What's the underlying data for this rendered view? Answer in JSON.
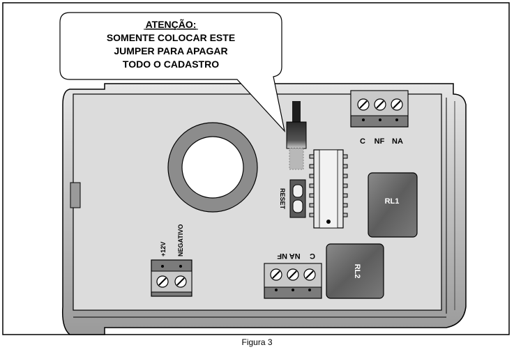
{
  "callout": {
    "title": "ATENÇÃO:",
    "lines": [
      "SOMENTE COLOCAR ESTE",
      "JUMPER PARA APAGAR",
      "TODO O CADASTRO"
    ]
  },
  "terminals": {
    "top_labels": [
      "C",
      "NF",
      "NA"
    ],
    "bottom_left_labels": [
      "+12V",
      "NEGATIVO"
    ],
    "bottom_mid_label": "NA NF",
    "bottom_mid_label_extra": "C"
  },
  "reset_label": "RESET",
  "relays": {
    "rl1": "RL1",
    "rl2": "RL2"
  },
  "caption": "Figura 3",
  "colors": {
    "board": "#d9d9d9",
    "case": "#c8c8c8",
    "dark": "#4a4a4a",
    "relay": "#6e6e6e"
  }
}
